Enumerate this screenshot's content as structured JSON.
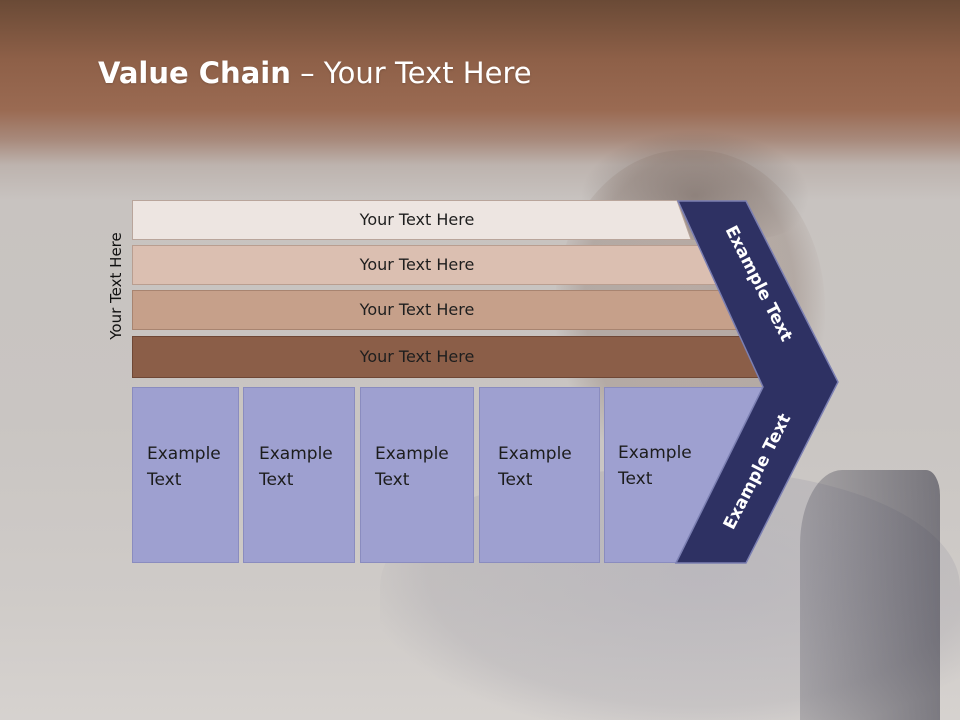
{
  "slide": {
    "title_bold": "Value Chain",
    "title_rest": " – Your Text Here",
    "side_label": "Your Text Here"
  },
  "bars": [
    {
      "label": "Your Text Here",
      "color": "#ede5e1"
    },
    {
      "label": "Your Text Here",
      "color": "#dbbfb1"
    },
    {
      "label": "Your Text Here",
      "color": "#c6a08a"
    },
    {
      "label": "Your Text Here",
      "color": "#8b5e48"
    }
  ],
  "boxes": [
    {
      "line1": "Example",
      "line2": "Text"
    },
    {
      "line1": "Example",
      "line2": "Text"
    },
    {
      "line1": "Example",
      "line2": "Text"
    },
    {
      "line1": "Example",
      "line2": "Text"
    },
    {
      "line1": "Example",
      "line2": "Text"
    }
  ],
  "chevron": {
    "upper_text": "Example Text",
    "lower_text": "Example Text",
    "color": "#2e3163"
  },
  "colors": {
    "box_fill": "#9ea0d0",
    "title_text": "#ffffff"
  }
}
